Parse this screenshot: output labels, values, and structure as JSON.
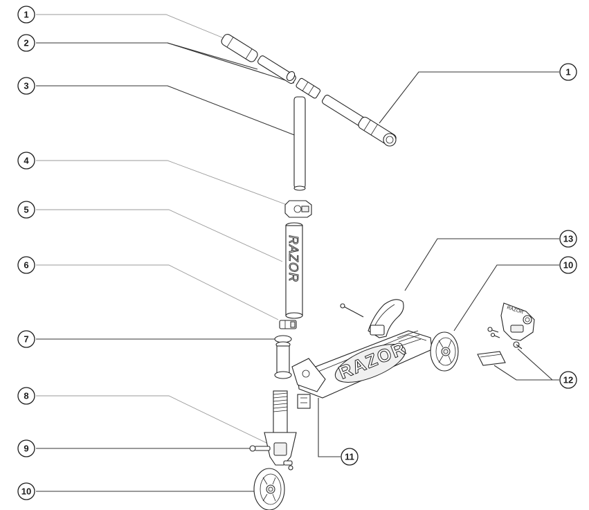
{
  "diagram": {
    "callouts": {
      "c1a": "1",
      "c2": "2",
      "c3": "3",
      "c4": "4",
      "c5": "5",
      "c6": "6",
      "c7": "7",
      "c8": "8",
      "c9": "9",
      "c10a": "10",
      "c1b": "1",
      "c13": "13",
      "c10b": "10",
      "c12": "12",
      "c11": "11"
    },
    "printed_text": {
      "tube_brand": "RAZOR",
      "deck_brand": "RAZOR",
      "bracket_brand": "RAZOR"
    }
  }
}
